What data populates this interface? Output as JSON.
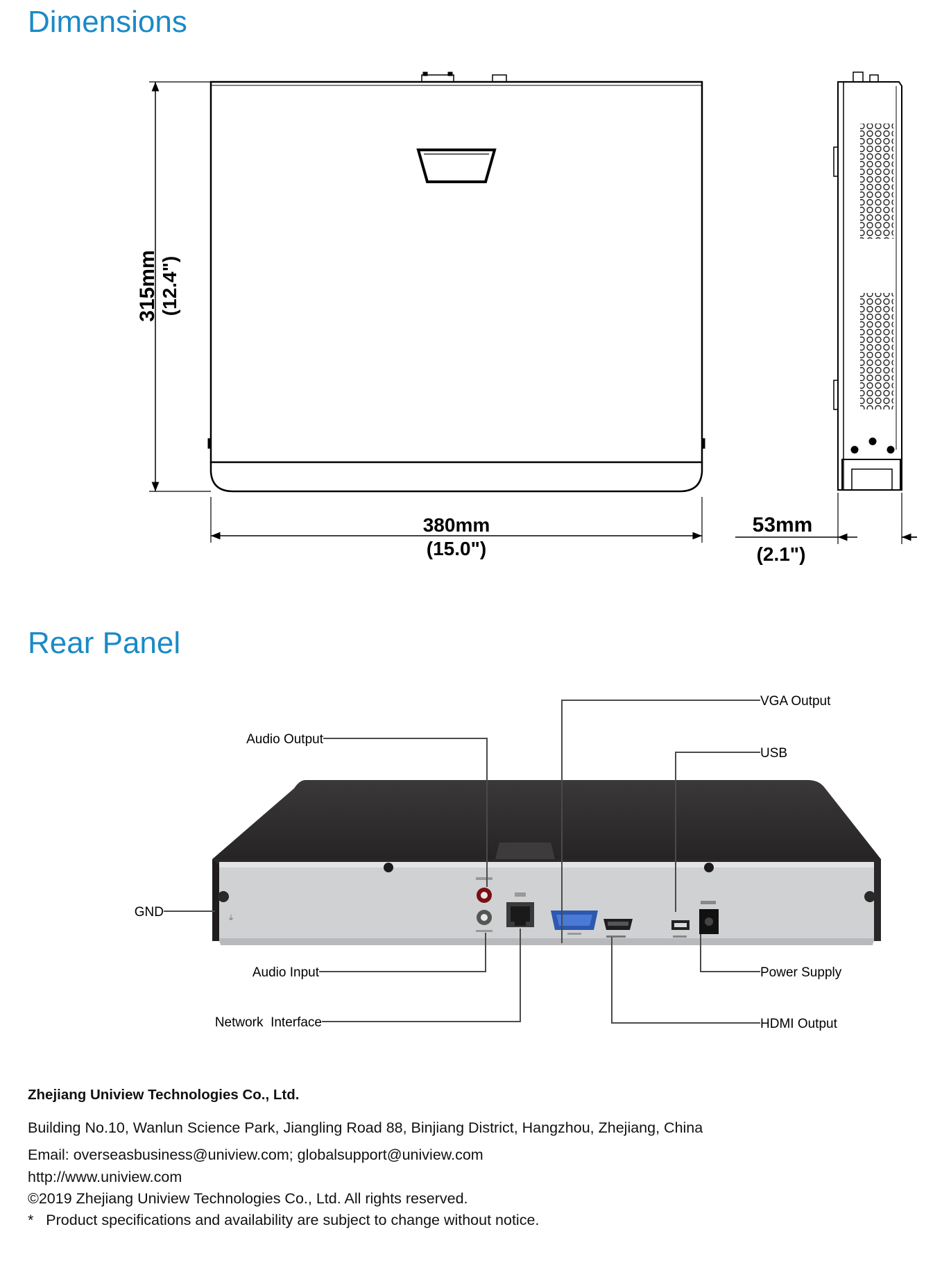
{
  "sections": {
    "dimensions_title": "Dimensions",
    "rear_panel_title": "Rear Panel"
  },
  "dimensions": {
    "height_mm": "315mm",
    "height_in": "(12.4\")",
    "width_mm": "380mm",
    "width_in": "(15.0\")",
    "depth_mm": "53mm",
    "depth_in": "(2.1\")"
  },
  "rear_panel": {
    "callouts": {
      "vga_output": "VGA Output",
      "audio_output": "Audio Output",
      "usb": "USB",
      "gnd": "GND",
      "audio_input": "Audio Input",
      "power_supply": "Power Supply",
      "network_interface": "Network  Interface",
      "hdmi_output": "HDMI Output"
    }
  },
  "footer": {
    "company": "Zhejiang Uniview Technologies Co., Ltd.",
    "address": "Building No.10, Wanlun Science Park, Jiangling Road 88, Binjiang District, Hangzhou, Zhejiang, China",
    "email": "Email: overseasbusiness@uniview.com; globalsupport@uniview.com",
    "website": "http://www.uniview.com",
    "copyright": "©2019 Zhejiang Uniview Technologies Co., Ltd. All rights reserved.",
    "note": "*   Product specifications and availability are subject to change without notice."
  },
  "colors": {
    "heading": "#1a8ac6",
    "device_top": "#2e2b2d",
    "rear_face": "#cfd1d3"
  }
}
